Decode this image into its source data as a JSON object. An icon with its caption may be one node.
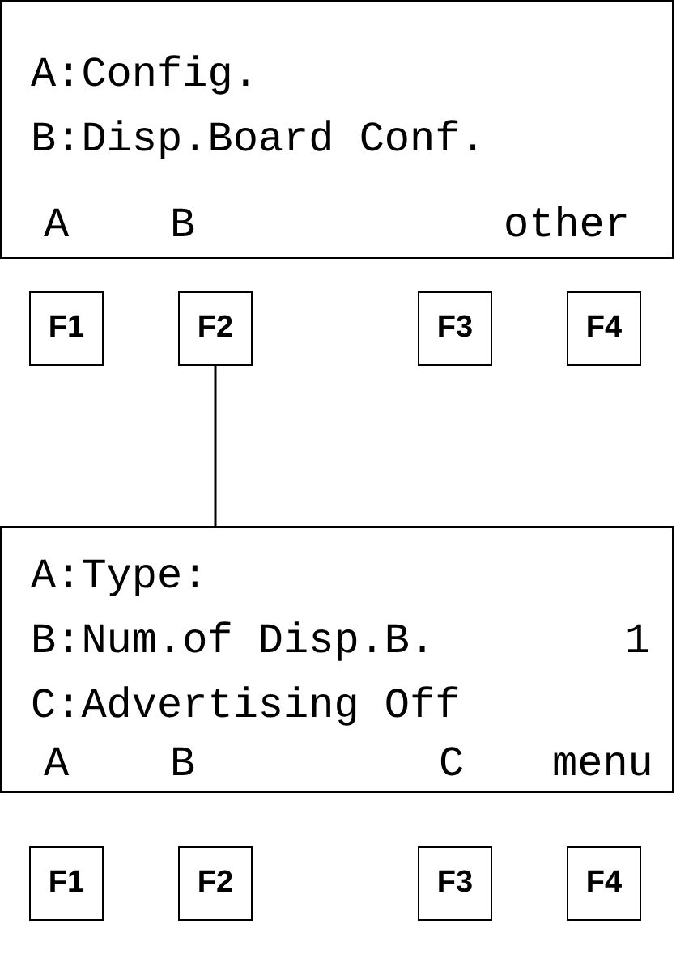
{
  "diagram": {
    "nodes": [
      {
        "text": [
          "A:Config.",
          "B:Disp.Board Conf.",
          "A",
          "B",
          "other"
        ]
      },
      {
        "text": [
          "F1"
        ]
      },
      {
        "text": [
          "F2"
        ]
      },
      {
        "text": [
          "F3"
        ]
      },
      {
        "text": [
          "F4"
        ]
      },
      {
        "text": [
          "A:Type:",
          "B:Num.of Disp.B.",
          "1",
          "C:Advertising Off",
          "A",
          "B",
          "C",
          "menu"
        ]
      },
      {
        "text": [
          "F1"
        ]
      },
      {
        "text": [
          "F2"
        ]
      },
      {
        "text": [
          "F3"
        ]
      },
      {
        "text": [
          "F4"
        ]
      }
    ],
    "edges": [
      {
        "from": 2,
        "to": 5,
        "arrow": "none"
      }
    ]
  }
}
